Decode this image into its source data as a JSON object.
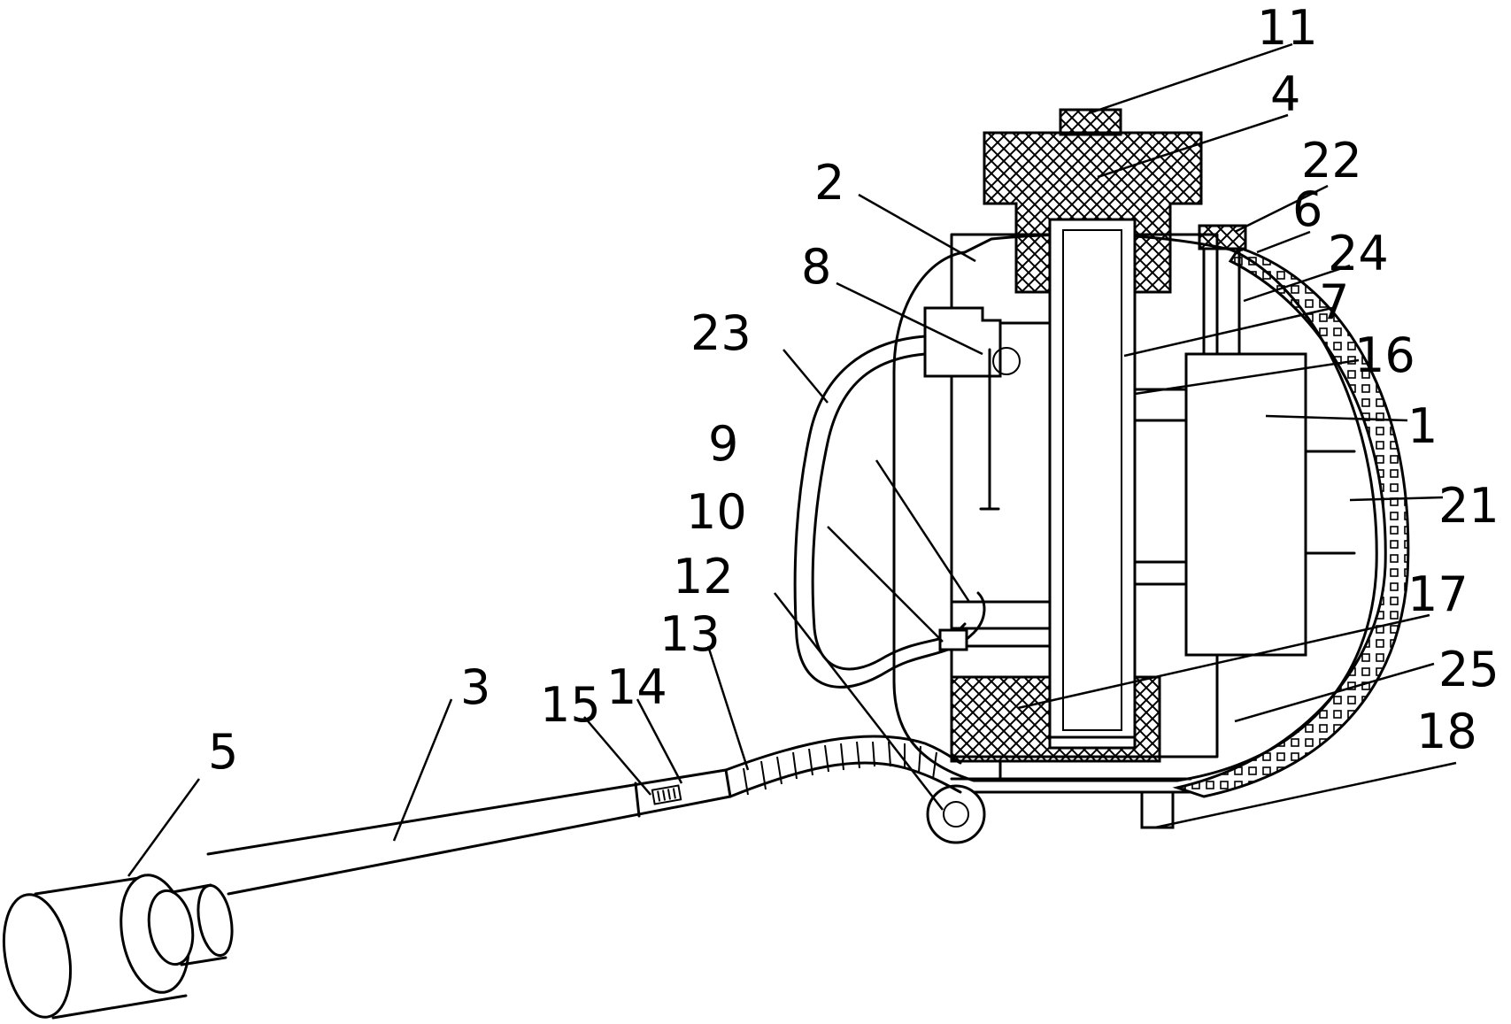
{
  "labels": {
    "l1": "1",
    "l2": "2",
    "l3": "3",
    "l4": "4",
    "l5": "5",
    "l6": "6",
    "l7": "7",
    "l8": "8",
    "l9": "9",
    "l10": "10",
    "l11": "11",
    "l12": "12",
    "l13": "13",
    "l14": "14",
    "l15": "15",
    "l16": "16",
    "l17": "17",
    "l18": "18",
    "l21": "21",
    "l22": "22",
    "l23": "23",
    "l24": "24",
    "l25": "25"
  }
}
